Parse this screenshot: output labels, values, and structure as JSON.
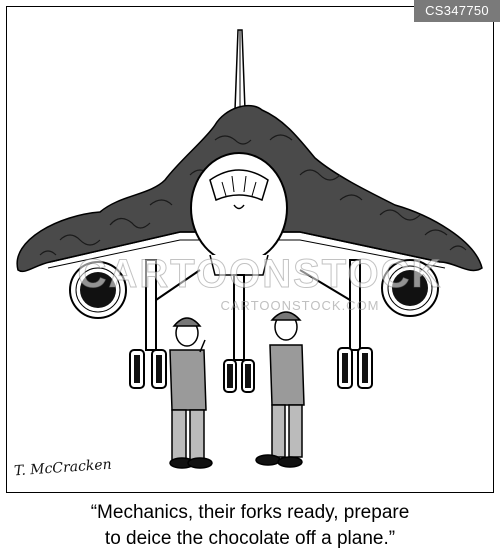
{
  "image_id_badge": "CS347750",
  "caption": {
    "line1": "“Mechanics, their forks ready, prepare",
    "line2": "to deice the chocolate off a plane.”"
  },
  "watermark": {
    "main": "CARTOONSTOCK",
    "sub": "CARTOONSTOCK.COM"
  },
  "signature": "T. McCracken",
  "colors": {
    "ink": "#000000",
    "chocolate": "#4a4a4a",
    "badge_bg": "#7a7a7a"
  }
}
